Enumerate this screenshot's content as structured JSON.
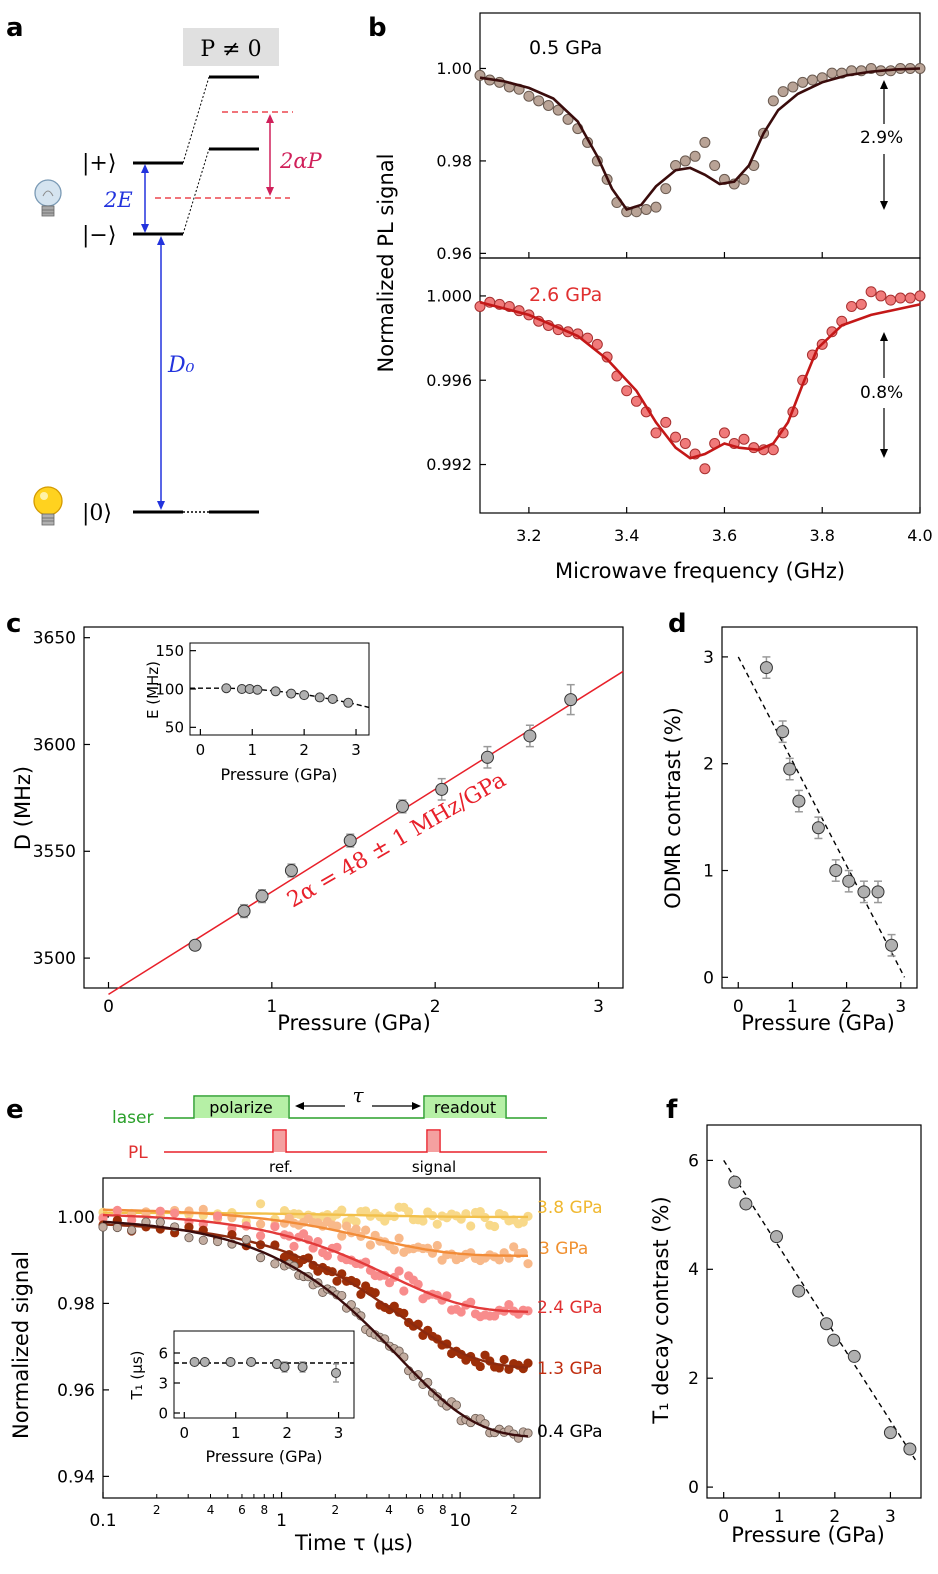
{
  "panel_labels": {
    "a": "a",
    "b": "b",
    "c": "c",
    "d": "d",
    "e": "e",
    "f": "f"
  },
  "panel_a": {
    "box_label": "P ≠ 0",
    "ket_plus": "|+⟩",
    "ket_minus": "|−⟩",
    "ket_zero": "|0⟩",
    "label_2E": "2E",
    "label_2aP": "2αP",
    "label_D0": "D₀",
    "colors": {
      "blue": "#2233dd",
      "red": "#e0283c",
      "pink": "#d0205a"
    }
  },
  "panel_b": {
    "ylabel": "Normalized PL signal",
    "xlabel": "Microwave frequency (GHz)",
    "top_pressure": "0.5 GPa",
    "bottom_pressure": "2.6 GPa",
    "top_contrast": "2.9%",
    "bottom_contrast": "0.8%",
    "colors": {
      "top_points": "#b9a396",
      "top_line": "#3a0c0c",
      "bottom_points": "#f07a7a",
      "bottom_line": "#c41818",
      "bottom_label": "#e03030"
    }
  },
  "panel_c": {
    "ylabel": "D (MHz)",
    "xlabel": "Pressure (GPa)",
    "annotation": "2α = 48 ± 1 MHz/GPa",
    "inset_ylabel": "E (MHz)",
    "inset_xlabel": "Pressure (GPa)"
  },
  "panel_d": {
    "ylabel": "ODMR contrast (%)",
    "xlabel": "Pressure (GPa)"
  },
  "panel_e": {
    "ylabel": "Normalized signal",
    "xlabel": "Time τ (μs)",
    "laser_label": "laser",
    "pl_label": "PL",
    "polarize_label": "polarize",
    "readout_label": "readout",
    "tau_label": "τ",
    "ref_label": "ref.",
    "signal_label": "signal",
    "inset_ylabel": "T₁ (μs)",
    "inset_xlabel": "Pressure (GPa)",
    "series_labels": [
      "3.8 GPa",
      "3 GPa",
      "2.4 GPa",
      "1.3 GPa",
      "0.4 GPa"
    ],
    "series_colors": [
      "#f2c04a",
      "#f28c38",
      "#e23a3a",
      "#8c2a0e",
      "#3a0c0c"
    ],
    "series_point_colors": [
      "#f8d98a",
      "#f8b98a",
      "#f88c8c",
      "#9c2e08",
      "#c2aca0"
    ],
    "label_colors": [
      "#f0b830",
      "#f09030",
      "#e03030",
      "#c02e10",
      "#000000"
    ]
  },
  "panel_f": {
    "ylabel": "T₁ decay contrast (%)",
    "xlabel": "Pressure (GPa)"
  },
  "chart_data": [
    {
      "id": "b_top",
      "type": "scatter",
      "title": "0.5 GPa",
      "xlabel": "Microwave frequency (GHz)",
      "ylabel": "Normalized PL signal",
      "xlim": [
        3.1,
        4.0
      ],
      "ylim": [
        0.959,
        1.012
      ],
      "yticks": [
        0.96,
        0.98,
        1.0
      ],
      "ytick_labels": [
        "0.96",
        "0.98",
        "1.00"
      ],
      "x": [
        3.1,
        3.12,
        3.14,
        3.16,
        3.18,
        3.2,
        3.22,
        3.24,
        3.26,
        3.28,
        3.3,
        3.32,
        3.34,
        3.36,
        3.38,
        3.4,
        3.42,
        3.44,
        3.46,
        3.48,
        3.5,
        3.52,
        3.54,
        3.56,
        3.58,
        3.6,
        3.62,
        3.64,
        3.66,
        3.68,
        3.7,
        3.72,
        3.74,
        3.76,
        3.78,
        3.8,
        3.82,
        3.84,
        3.86,
        3.88,
        3.9,
        3.92,
        3.94,
        3.96,
        3.98,
        4.0
      ],
      "y": [
        0.9985,
        0.9975,
        0.997,
        0.996,
        0.9955,
        0.994,
        0.993,
        0.992,
        0.991,
        0.989,
        0.987,
        0.984,
        0.98,
        0.976,
        0.971,
        0.969,
        0.969,
        0.9695,
        0.97,
        0.974,
        0.979,
        0.98,
        0.981,
        0.984,
        0.979,
        0.976,
        0.975,
        0.976,
        0.979,
        0.986,
        0.993,
        0.995,
        0.996,
        0.997,
        0.9975,
        0.998,
        0.999,
        0.999,
        0.9995,
        0.9995,
        1.0,
        0.9995,
        0.9995,
        1.0,
        1.0,
        1.0
      ],
      "fit": [
        [
          3.1,
          0.998
        ],
        [
          3.15,
          0.9972
        ],
        [
          3.2,
          0.9958
        ],
        [
          3.25,
          0.9935
        ],
        [
          3.3,
          0.9885
        ],
        [
          3.34,
          0.981
        ],
        [
          3.37,
          0.974
        ],
        [
          3.4,
          0.9695
        ],
        [
          3.43,
          0.9705
        ],
        [
          3.46,
          0.9745
        ],
        [
          3.5,
          0.978
        ],
        [
          3.53,
          0.9785
        ],
        [
          3.56,
          0.977
        ],
        [
          3.59,
          0.975
        ],
        [
          3.62,
          0.9755
        ],
        [
          3.65,
          0.979
        ],
        [
          3.68,
          0.986
        ],
        [
          3.71,
          0.991
        ],
        [
          3.75,
          0.9945
        ],
        [
          3.8,
          0.997
        ],
        [
          3.85,
          0.9985
        ],
        [
          3.9,
          0.9993
        ],
        [
          3.95,
          0.9998
        ],
        [
          4.0,
          1.0
        ]
      ]
    },
    {
      "id": "b_bottom",
      "type": "scatter",
      "title": "2.6 GPa",
      "xlabel": "Microwave frequency (GHz)",
      "ylabel": "Normalized PL signal",
      "xlim": [
        3.1,
        4.0
      ],
      "ylim": [
        0.9897,
        1.0018
      ],
      "xticks": [
        3.2,
        3.4,
        3.6,
        3.8,
        4.0
      ],
      "xtick_labels": [
        "3.2",
        "3.4",
        "3.6",
        "3.8",
        "4.0"
      ],
      "yticks": [
        0.992,
        0.996,
        1.0
      ],
      "ytick_labels": [
        "0.992",
        "0.996",
        "1.000"
      ],
      "x": [
        3.1,
        3.12,
        3.14,
        3.16,
        3.18,
        3.2,
        3.22,
        3.24,
        3.26,
        3.28,
        3.3,
        3.32,
        3.34,
        3.36,
        3.38,
        3.4,
        3.42,
        3.44,
        3.46,
        3.48,
        3.5,
        3.52,
        3.54,
        3.56,
        3.58,
        3.6,
        3.62,
        3.64,
        3.66,
        3.68,
        3.7,
        3.72,
        3.74,
        3.76,
        3.78,
        3.8,
        3.82,
        3.84,
        3.86,
        3.88,
        3.9,
        3.92,
        3.94,
        3.96,
        3.98,
        4.0
      ],
      "y": [
        0.9995,
        0.9997,
        0.9996,
        0.9995,
        0.9993,
        0.9991,
        0.9988,
        0.9986,
        0.9984,
        0.9983,
        0.9982,
        0.998,
        0.9977,
        0.9971,
        0.9962,
        0.9955,
        0.995,
        0.9945,
        0.9935,
        0.994,
        0.9933,
        0.993,
        0.9925,
        0.9918,
        0.993,
        0.9935,
        0.993,
        0.9932,
        0.9928,
        0.9927,
        0.9927,
        0.9935,
        0.9945,
        0.996,
        0.9972,
        0.9977,
        0.9983,
        0.9988,
        0.9995,
        0.9996,
        1.0002,
        1.0,
        0.9998,
        0.9999,
        0.9999,
        1.0
      ],
      "fit": [
        [
          3.1,
          0.9997
        ],
        [
          3.2,
          0.9991
        ],
        [
          3.3,
          0.9981
        ],
        [
          3.36,
          0.997
        ],
        [
          3.42,
          0.9955
        ],
        [
          3.46,
          0.994
        ],
        [
          3.5,
          0.9928
        ],
        [
          3.53,
          0.9923
        ],
        [
          3.56,
          0.9925
        ],
        [
          3.6,
          0.993
        ],
        [
          3.63,
          0.9928
        ],
        [
          3.67,
          0.9927
        ],
        [
          3.7,
          0.993
        ],
        [
          3.73,
          0.994
        ],
        [
          3.76,
          0.9958
        ],
        [
          3.79,
          0.9975
        ],
        [
          3.84,
          0.9986
        ],
        [
          3.9,
          0.9991
        ],
        [
          4.0,
          0.9996
        ]
      ]
    },
    {
      "id": "c",
      "type": "scatter",
      "xlabel": "Pressure (GPa)",
      "ylabel": "D (MHz)",
      "xlim": [
        -0.15,
        3.15
      ],
      "ylim": [
        3486,
        3655
      ],
      "xticks": [
        0,
        1,
        2,
        3
      ],
      "xtick_labels": [
        "0",
        "1",
        "2",
        "3"
      ],
      "yticks": [
        3500,
        3550,
        3600,
        3650
      ],
      "ytick_labels": [
        "3500",
        "3550",
        "3600",
        "3650"
      ],
      "x": [
        0.53,
        0.83,
        0.94,
        1.12,
        1.48,
        1.8,
        2.04,
        2.32,
        2.58,
        2.83
      ],
      "y": [
        3506,
        3522,
        3529,
        3541,
        3555,
        3571,
        3579,
        3594,
        3604,
        3621
      ],
      "err": [
        2,
        3,
        3,
        3,
        3,
        3,
        5,
        5,
        5,
        7
      ],
      "fit": {
        "slope": 48,
        "intercept": 3483
      }
    },
    {
      "id": "c_inset",
      "type": "scatter",
      "xlabel": "Pressure (GPa)",
      "ylabel": "E (MHz)",
      "xlim": [
        -0.2,
        3.25
      ],
      "ylim": [
        40,
        160
      ],
      "xticks": [
        0,
        1,
        2,
        3
      ],
      "xtick_labels": [
        "0",
        "1",
        "2",
        "3"
      ],
      "yticks": [
        50,
        100,
        150
      ],
      "ytick_labels": [
        "50",
        "100",
        "150"
      ],
      "x": [
        0.5,
        0.8,
        0.95,
        1.1,
        1.45,
        1.75,
        2.0,
        2.3,
        2.55,
        2.85
      ],
      "y": [
        101,
        100,
        100,
        99,
        97,
        94,
        92,
        89,
        87,
        82
      ],
      "fit": [
        [
          -0.2,
          101
        ],
        [
          0.5,
          101
        ],
        [
          1.0,
          100
        ],
        [
          1.5,
          97
        ],
        [
          2.0,
          93
        ],
        [
          2.5,
          87
        ],
        [
          3.0,
          80
        ],
        [
          3.25,
          76
        ]
      ]
    },
    {
      "id": "d",
      "type": "scatter",
      "xlabel": "Pressure (GPa)",
      "ylabel": "ODMR contrast (%)",
      "xlim": [
        -0.3,
        3.3
      ],
      "ylim": [
        -0.1,
        3.28
      ],
      "xticks": [
        0,
        1,
        2,
        3
      ],
      "xtick_labels": [
        "0",
        "1",
        "2",
        "3"
      ],
      "yticks": [
        0,
        1,
        2,
        3
      ],
      "ytick_labels": [
        "0",
        "1",
        "2",
        "3"
      ],
      "x": [
        0.52,
        0.82,
        0.95,
        1.12,
        1.48,
        1.8,
        2.04,
        2.32,
        2.58,
        2.83
      ],
      "y": [
        2.9,
        2.3,
        1.95,
        1.65,
        1.4,
        1.0,
        0.9,
        0.8,
        0.8,
        0.3
      ],
      "err": [
        0.1,
        0.1,
        0.1,
        0.1,
        0.1,
        0.1,
        0.1,
        0.1,
        0.1,
        0.1
      ],
      "fit": [
        [
          0,
          3.0
        ],
        [
          3.07,
          0.0
        ]
      ]
    },
    {
      "id": "e",
      "type": "line",
      "xlabel": "Time τ (μs)",
      "ylabel": "Normalized signal",
      "xscale": "log",
      "xlim": [
        0.1,
        28
      ],
      "ylim": [
        0.935,
        1.009
      ],
      "xticks": [
        0.1,
        1,
        10
      ],
      "xtick_labels": [
        "0.1",
        "1",
        "10"
      ],
      "yticks": [
        0.94,
        0.96,
        0.98,
        1.0
      ],
      "ytick_labels": [
        "0.94",
        "0.96",
        "0.98",
        "1.00"
      ],
      "series": [
        {
          "name": "3.8 GPa",
          "amplitude": 0.001,
          "tau": 3.0,
          "offset": 1.001
        },
        {
          "name": "3 GPa",
          "amplitude": 0.011,
          "tau": 3.2,
          "offset": 1.002
        },
        {
          "name": "2.4 GPa",
          "amplitude": 0.023,
          "tau": 4.0,
          "offset": 1.001
        },
        {
          "name": "1.3 GPa",
          "amplitude": 0.034,
          "tau": 4.5,
          "offset": 0.999
        },
        {
          "name": "0.4 GPa",
          "amplitude": 0.051,
          "tau": 4.5,
          "offset": 1.0
        }
      ]
    },
    {
      "id": "e_inset",
      "type": "scatter",
      "xlabel": "Pressure (GPa)",
      "ylabel": "T₁ (μs)",
      "xlim": [
        -0.2,
        3.3
      ],
      "ylim": [
        -0.5,
        8.2
      ],
      "xticks": [
        0,
        1,
        2,
        3
      ],
      "xtick_labels": [
        "0",
        "1",
        "2",
        "3"
      ],
      "yticks": [
        0,
        3,
        6
      ],
      "ytick_labels": [
        "0",
        "3",
        "6"
      ],
      "x": [
        0.2,
        0.4,
        0.9,
        1.3,
        1.8,
        1.95,
        2.3,
        2.95
      ],
      "y": [
        5.1,
        5.1,
        5.1,
        5.1,
        4.9,
        4.6,
        4.6,
        4.0
      ],
      "err": [
        0.3,
        0.3,
        0.3,
        0.3,
        0.4,
        0.5,
        0.5,
        0.9
      ],
      "fit": [
        [
          -0.2,
          5.0
        ],
        [
          3.3,
          5.0
        ]
      ]
    },
    {
      "id": "f",
      "type": "scatter",
      "xlabel": "Pressure (GPa)",
      "ylabel": "T₁ decay contrast (%)",
      "xlim": [
        -0.3,
        3.55
      ],
      "ylim": [
        -0.2,
        6.65
      ],
      "xticks": [
        0,
        1,
        2,
        3
      ],
      "xtick_labels": [
        "0",
        "1",
        "2",
        "3"
      ],
      "yticks": [
        0,
        2,
        4,
        6
      ],
      "ytick_labels": [
        "0",
        "2",
        "4",
        "6"
      ],
      "x": [
        0.2,
        0.4,
        0.95,
        1.35,
        1.85,
        1.98,
        2.35,
        3.0,
        3.35
      ],
      "y": [
        5.6,
        5.2,
        4.6,
        3.6,
        3.0,
        2.7,
        2.4,
        1.0,
        0.7
      ],
      "fit": [
        [
          0,
          6.0
        ],
        [
          3.45,
          0.5
        ]
      ]
    }
  ]
}
